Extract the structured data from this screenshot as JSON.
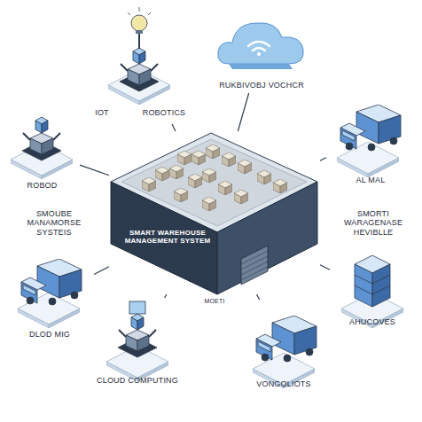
{
  "diagram": {
    "nodes": [
      {
        "text": [
          "IOT",
          "ROBOTICS"
        ]
      },
      {
        "text": [
          "RUKBIVOBJ VOCHCR"
        ]
      },
      {
        "text": [
          "ROBOD"
        ]
      },
      {
        "text": [
          "AL MAL"
        ]
      },
      {
        "text": [
          "SMART WAREHOUSE MANAGEMENT SYSTEM"
        ]
      },
      {
        "text": [
          "DLOD MIG"
        ]
      },
      {
        "text": [
          "CLOUD COMPUTING"
        ]
      },
      {
        "text": [
          "VONGOLIOTS"
        ]
      },
      {
        "text": [
          "AHUCOVES"
        ]
      }
    ],
    "edges": [
      {
        "from": 4,
        "to": 0,
        "arrow": "none"
      },
      {
        "from": 4,
        "to": 1,
        "arrow": "none"
      },
      {
        "from": 4,
        "to": 2,
        "arrow": "none"
      },
      {
        "from": 4,
        "to": 3,
        "arrow": "none"
      },
      {
        "from": 4,
        "to": 5,
        "arrow": "none"
      },
      {
        "from": 4,
        "to": 6,
        "arrow": "none"
      },
      {
        "from": 4,
        "to": 7,
        "arrow": "none"
      },
      {
        "from": 4,
        "to": 8,
        "arrow": "none"
      }
    ],
    "labels": [
      "SMOUBE MANAMORSE SYSTEIS",
      "SMORTI WARAGENASE HEVIBLLE",
      "MOETI"
    ]
  }
}
